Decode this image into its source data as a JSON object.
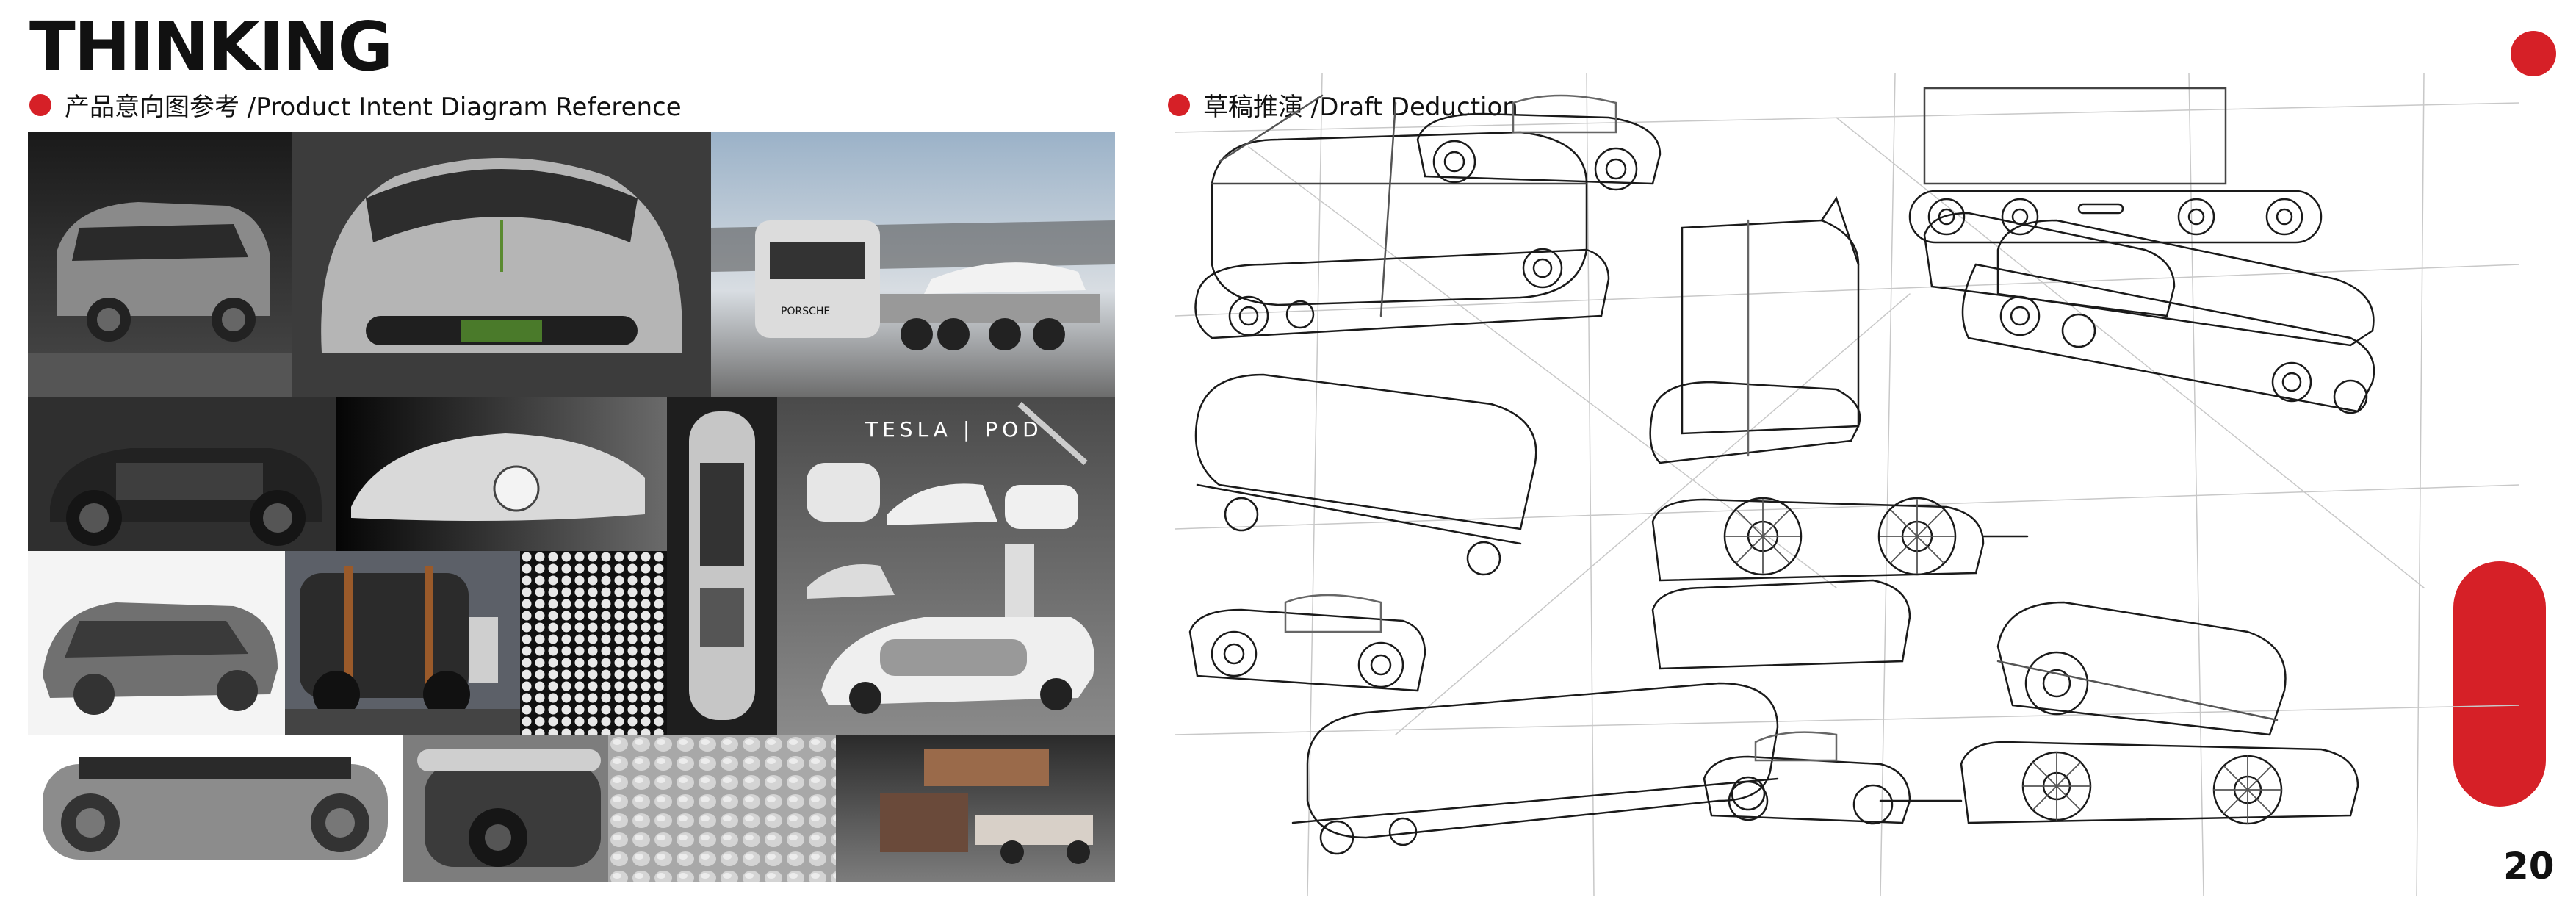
{
  "header": {
    "title": "THINKING"
  },
  "reference_section": {
    "label": "产品意向图参考 /Product Intent Diagram Reference",
    "images": [
      {
        "id": "van-dark"
      },
      {
        "id": "silver-car-front"
      },
      {
        "id": "porsche-truck"
      },
      {
        "id": "dark-pod-side"
      },
      {
        "id": "silver-wedge"
      },
      {
        "id": "vertical-car-top"
      },
      {
        "id": "tesla-pod-collage"
      },
      {
        "id": "grey-pod-studio"
      },
      {
        "id": "boxy-pod"
      },
      {
        "id": "hex-mesh"
      },
      {
        "id": "flat-platform"
      },
      {
        "id": "pod-wheel-closeup"
      },
      {
        "id": "hammered-metal"
      },
      {
        "id": "copper-pod"
      }
    ],
    "tesla_caption": "TESLA | POD",
    "porsche_caption": "PORSCHE"
  },
  "draft_section": {
    "label": "草稿推演 /Draft Deduction"
  },
  "page": {
    "number": "20"
  },
  "colors": {
    "accent": "#d62027",
    "text": "#111111"
  }
}
